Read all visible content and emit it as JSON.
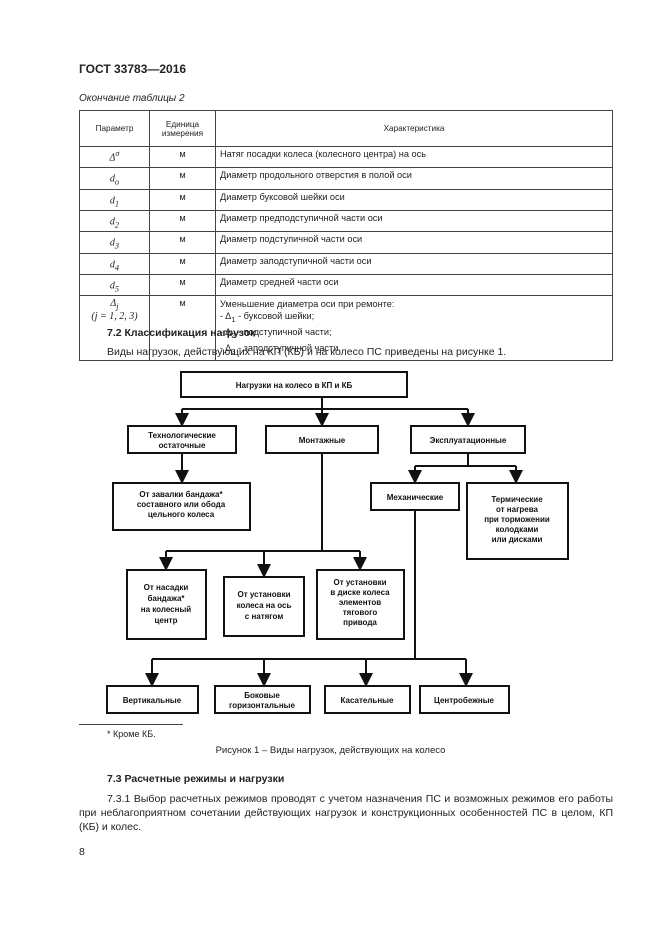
{
  "header": {
    "doc_code": "ГОСТ 33783—2016"
  },
  "table": {
    "caption": "Окончание таблицы 2",
    "columns": [
      "Параметр",
      "Единица измерения",
      "Характеристика"
    ],
    "col_unit_line1": "Единица",
    "col_unit_line2": "измерения",
    "rows": [
      {
        "param": "Δ",
        "param_sup": "σ",
        "param_sub": "",
        "unit": "м",
        "desc": "Натяг посадки колеса (колесного центра) на ось"
      },
      {
        "param": "d",
        "param_sup": "",
        "param_sub": "o",
        "unit": "м",
        "desc": "Диаметр продольного отверстия в полой оси"
      },
      {
        "param": "d",
        "param_sup": "",
        "param_sub": "1",
        "unit": "м",
        "desc": "Диаметр буксовой шейки оси"
      },
      {
        "param": "d",
        "param_sup": "",
        "param_sub": "2",
        "unit": "м",
        "desc": "Диаметр предподступичной части оси"
      },
      {
        "param": "d",
        "param_sup": "",
        "param_sub": "3",
        "unit": "м",
        "desc": "Диаметр подступичной части оси"
      },
      {
        "param": "d",
        "param_sup": "",
        "param_sub": "4",
        "unit": "м",
        "desc": "Диаметр заподступичной части оси"
      },
      {
        "param": "d",
        "param_sup": "",
        "param_sub": "5",
        "unit": "м",
        "desc": "Диаметр средней части оси"
      }
    ],
    "last_row": {
      "param": "Δ",
      "param_sub": "j",
      "param_range": "(j = 1, 2, 3)",
      "unit": "м",
      "desc_title": "Уменьшение диаметра оси при ремонте:",
      "items": [
        {
          "pre": "- Δ",
          "sub": "1",
          "post": " - буксовой шейки;"
        },
        {
          "pre": "- Δ",
          "sub": "2",
          "post": " - подступичной части;"
        },
        {
          "pre": "- Δ",
          "sub": "3",
          "post": " - заподступичной части."
        }
      ]
    }
  },
  "section_72": {
    "title": "7.2 Классификация нагрузок",
    "intro": "Виды нагрузок, действующих на КП (КБ) и на колесо ПС приведены на рисунке 1."
  },
  "diagram": {
    "root": "Нагрузки на колесо в КП и КБ",
    "tech": [
      "Технологические",
      "остаточные"
    ],
    "mount": "Монтажные",
    "expl": "Эксплуатационные",
    "tire": [
      "От завалки бандажа*",
      "составного или обода",
      "цельного колеса"
    ],
    "mech": "Механические",
    "thermal": [
      "Термические",
      "от нагрева",
      "при торможении",
      "колодками",
      "или дисками"
    ],
    "press": [
      "От насадки",
      "бандажа*",
      "на колесный",
      "центр"
    ],
    "axle": [
      "От установки",
      "колеса на ось",
      "с натягом"
    ],
    "drive": [
      "От установки",
      "в диске колеса",
      "элементов",
      "тягового",
      "привода"
    ],
    "vert": "Вертикальные",
    "lat": [
      "Боковые",
      "горизонтальные"
    ],
    "tang": "Касательные",
    "centr": "Центробежные"
  },
  "footnote": "*   Кроме КБ.",
  "figure_caption": "Рисунок 1 – Виды нагрузок, действующих на колесо",
  "section_73": {
    "title": "7.3 Расчетные режимы и нагрузки",
    "para": "7.3.1 Выбор расчетных режимов проводят с учетом назначения ПС и возможных режимов его работы при неблагоприятном сочетании действующих нагрузок и конструкционных особенностей ПС в целом, КП (КБ) и колес."
  },
  "page_number": "8"
}
